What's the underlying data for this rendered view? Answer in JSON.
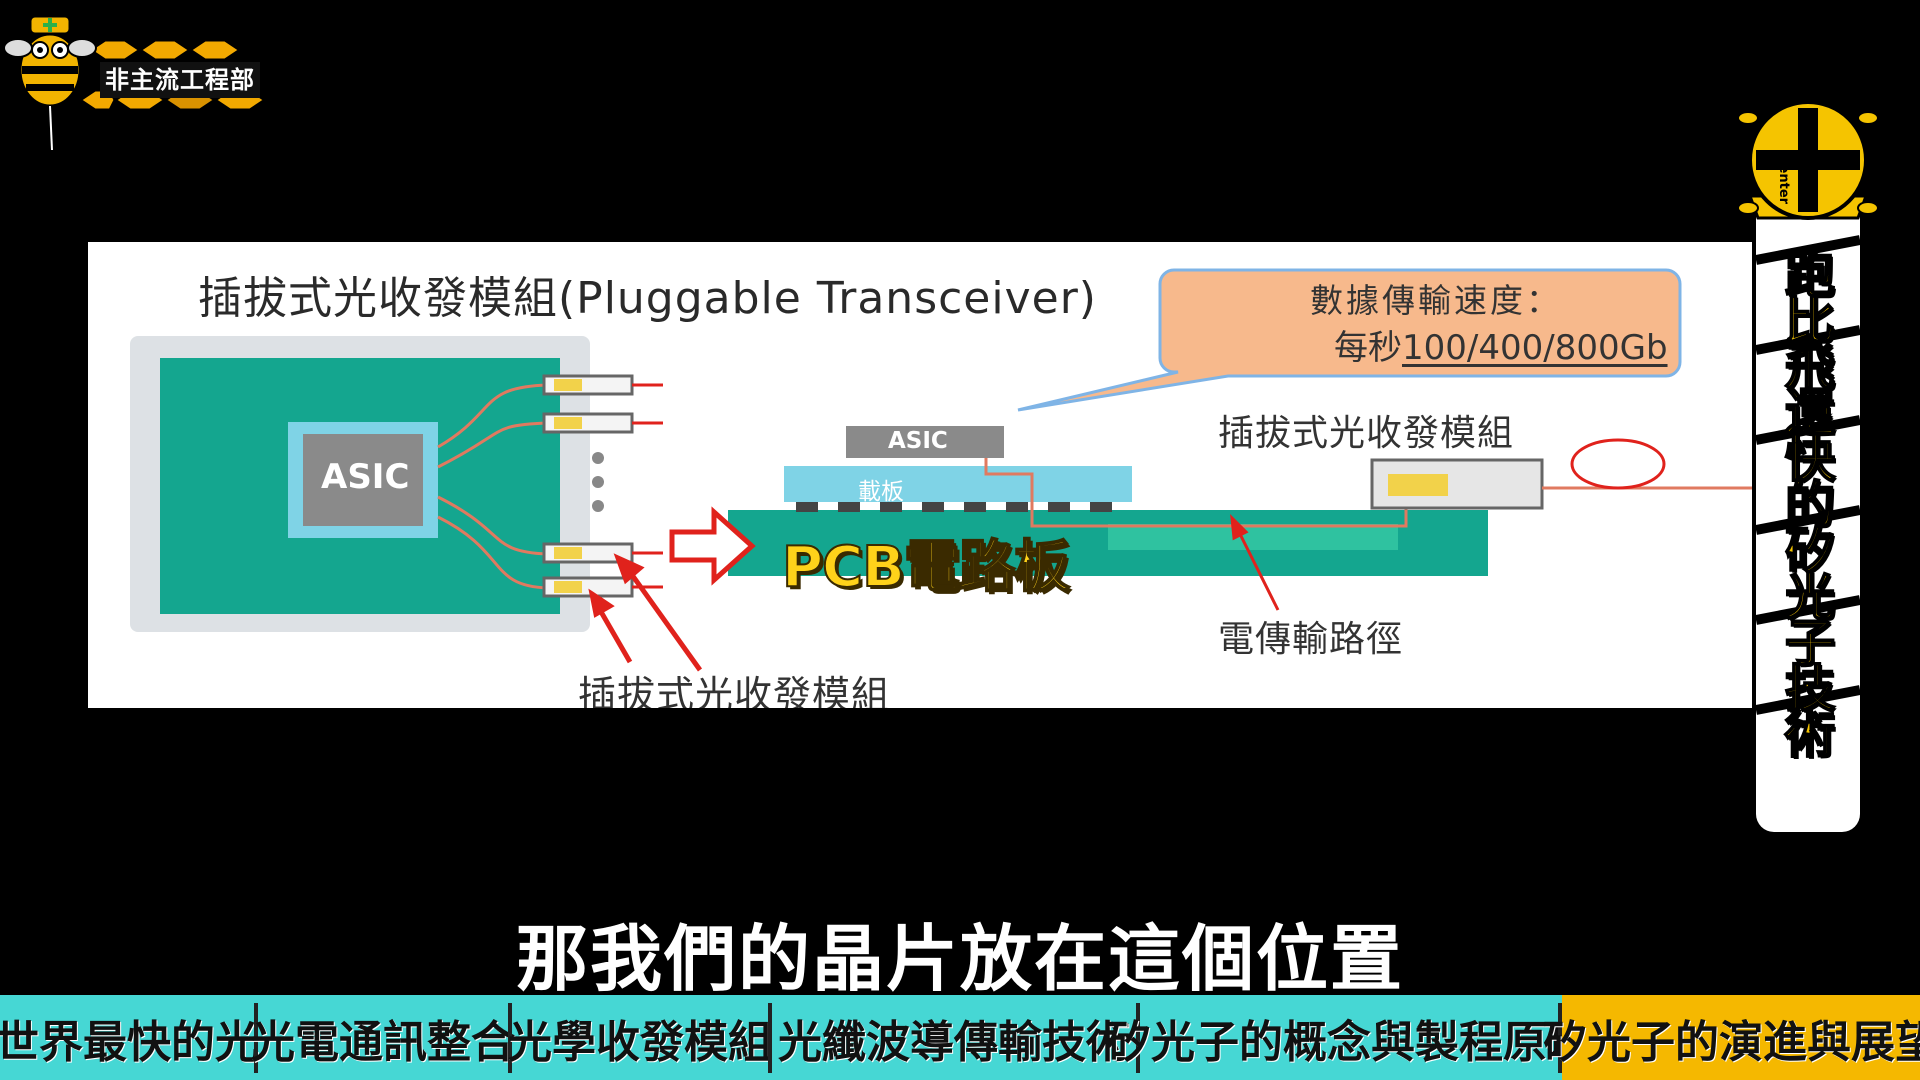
{
  "channel": {
    "name": "非主流工程部"
  },
  "slide": {
    "title": "插拔式光收發模組(Pluggable Transceiver)",
    "callout": {
      "line1": "數據傳輸速度：",
      "line2_prefix": "每秒",
      "line2_speed": "100/400/800Gb"
    },
    "labels": {
      "pluggable_right": "插拔式光收發模組",
      "asic_left": "ASIC",
      "asic_center": "ASIC",
      "substrate": "載板",
      "pcb": "PCB電路板",
      "electrical_path": "電傳輸路徑",
      "pluggable_bottom": "插拔式光收發模組"
    }
  },
  "badge": {
    "brand": "Case Center",
    "title_chars": [
      "跑",
      "比",
      "飛",
      "還",
      "快",
      "的",
      "矽",
      "光",
      "子",
      "技",
      "術"
    ]
  },
  "subtitle": "那我們的晶片放在這個位置",
  "chapters": [
    {
      "label": "世界最快的光",
      "active": false
    },
    {
      "label": "光電通訊整合",
      "active": false
    },
    {
      "label": "光學收發模組",
      "active": false
    },
    {
      "label": "光纖波導傳輸技術",
      "active": false
    },
    {
      "label": "矽光子的概念與製程原理",
      "active": false
    },
    {
      "label": "矽光子的演進與展望",
      "active": true
    }
  ],
  "colors": {
    "pcb_green": "#14a68f",
    "substrate_blue": "#7fd3e6",
    "asic_gray": "#8a8a8a",
    "accent_red": "#e0221c",
    "callout_orange": "#f7b98c",
    "chapter_bar": "#46d7d4",
    "chapter_active": "#f5b800",
    "badge_yellow": "#f5c400"
  }
}
